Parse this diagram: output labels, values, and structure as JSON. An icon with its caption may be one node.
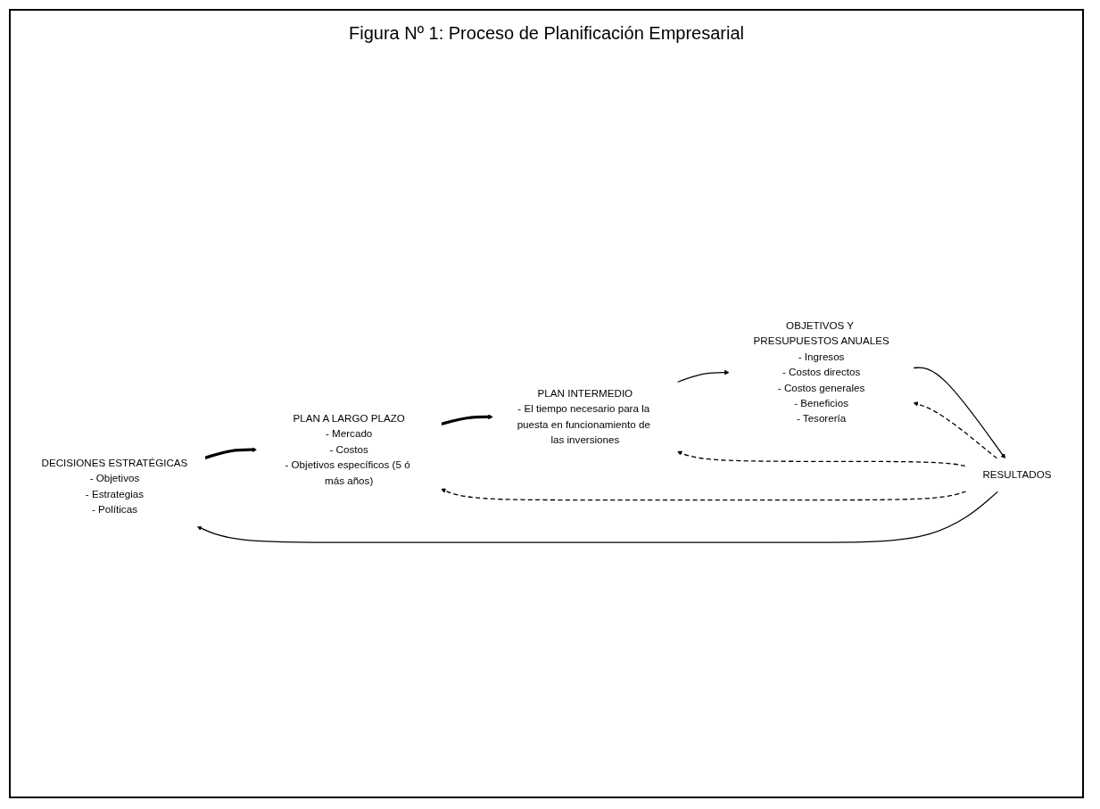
{
  "diagram": {
    "title": "Figura Nº 1: Proceso de Planificación Empresarial",
    "nodes": [
      {
        "text": [
          "DECISIONES ESTRATÉGICAS",
          "- Objetivos",
          "- Estrategias",
          "- Políticas"
        ]
      },
      {
        "text": [
          "PLAN A LARGO PLAZO",
          "- Mercado",
          "- Costos",
          "- Objetivos específicos (5 ó más años)"
        ]
      },
      {
        "text": [
          "PLAN INTERMEDIO",
          "- El tiempo necesario para la puesta en funcionamiento de las inversiones"
        ]
      },
      {
        "text": [
          "RESULTADOS"
        ]
      },
      {
        "text": [
          "OBJETIVOS Y PRESUPUESTOS ANUALES",
          "- Ingresos",
          "- Costos directos",
          "- Costos generales",
          "- Beneficios",
          "- Tesorería"
        ]
      }
    ],
    "edges": [
      {
        "from": 0,
        "to": 1,
        "arrow": "to",
        "style": "thick"
      },
      {
        "from": 1,
        "to": 2,
        "arrow": "to",
        "style": "thick"
      },
      {
        "from": 2,
        "to": 4,
        "arrow": "to"
      },
      {
        "from": 4,
        "to": 3,
        "arrow": "to"
      },
      {
        "from": 3,
        "to": 4,
        "arrow": "to",
        "style": "dashed"
      },
      {
        "from": 3,
        "to": 1,
        "arrow": "to",
        "style": "dashed"
      },
      {
        "from": 3,
        "to": 2,
        "arrow": "to",
        "style": "dashed"
      },
      {
        "from": 3,
        "to": 0,
        "arrow": "to"
      }
    ]
  }
}
